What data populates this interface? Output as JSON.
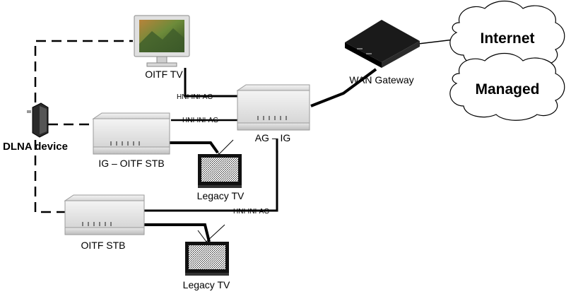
{
  "cloud": {
    "internet_label": "Internet",
    "managed_label": "Managed"
  },
  "devices": {
    "wan_gateway_label": "WAN Gateway",
    "ag_ig_label": "AG – IG",
    "oitf_tv_label": "OITF TV",
    "dlna_device_label": "DLNA device",
    "ig_oitf_stb_label": "IG – OITF STB",
    "oitf_stb_label": "OITF STB",
    "legacy_tv_1_label": "Legacy TV",
    "legacy_tv_2_label": "Legacy TV"
  },
  "interfaces": {
    "hni_oitf_tv": "HNI-INI-AG",
    "hni_ig_oitf_stb": "HNI-INI-AG",
    "hni_oitf_stb": "HNI-INI-AG"
  },
  "colors": {
    "line": "#000000",
    "box_face": "#e6e6e6",
    "box_side": "#c8c8c8",
    "cloud_fill": "#ffffff"
  }
}
